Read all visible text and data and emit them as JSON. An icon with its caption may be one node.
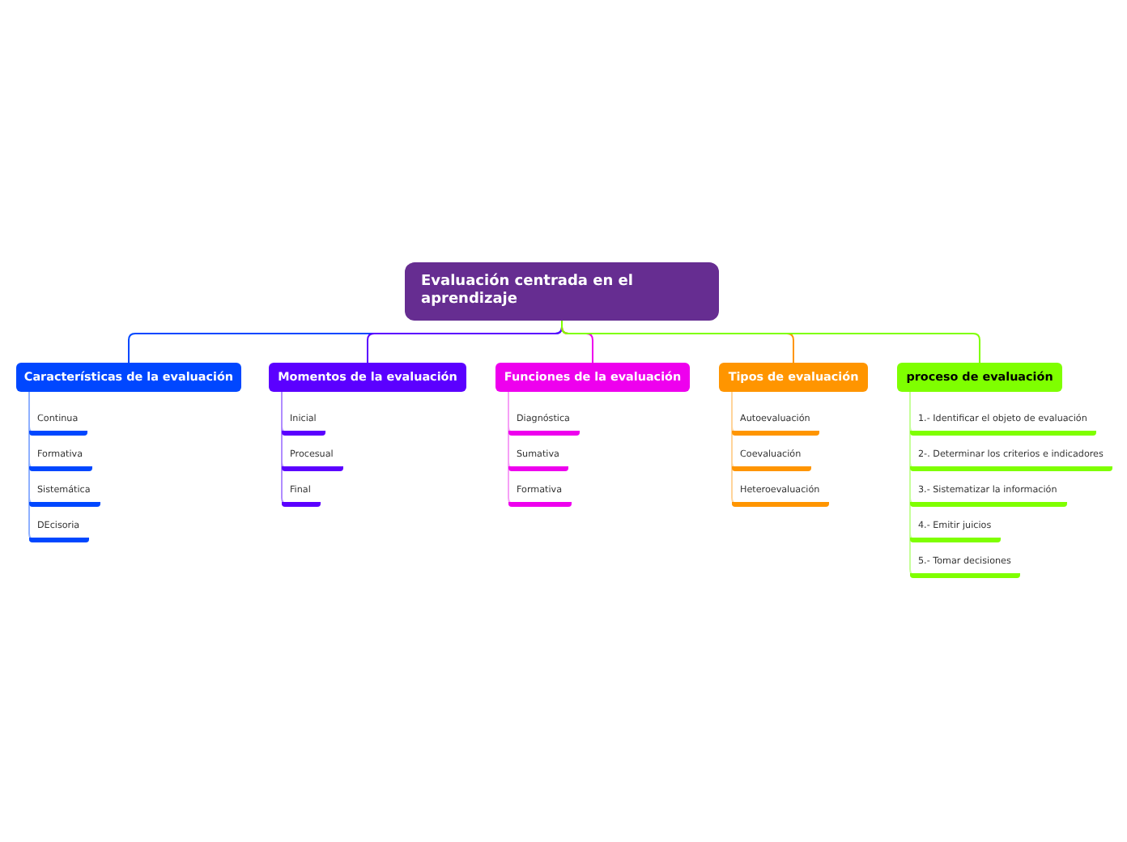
{
  "diagram": {
    "nodes": [
      {
        "text": [
          "Evaluación centrada en el aprendizaje"
        ]
      },
      {
        "text": [
          "Características de la evaluación"
        ]
      },
      {
        "text": [
          "Momentos de la evaluación"
        ]
      },
      {
        "text": [
          "Funciones de la evaluación"
        ]
      },
      {
        "text": [
          "Tipos de evaluación"
        ]
      },
      {
        "text": [
          "proceso de evaluación"
        ]
      },
      {
        "text": [
          "Continua"
        ]
      },
      {
        "text": [
          "Formativa"
        ]
      },
      {
        "text": [
          "Sistemática"
        ]
      },
      {
        "text": [
          "DEcisoria"
        ]
      },
      {
        "text": [
          "Inicial"
        ]
      },
      {
        "text": [
          "Procesual"
        ]
      },
      {
        "text": [
          "Final"
        ]
      },
      {
        "text": [
          "Diagnóstica"
        ]
      },
      {
        "text": [
          "Sumativa"
        ]
      },
      {
        "text": [
          "Formativa"
        ]
      },
      {
        "text": [
          "Autoevaluación"
        ]
      },
      {
        "text": [
          "Coevaluación"
        ]
      },
      {
        "text": [
          "Heteroevaluación"
        ]
      },
      {
        "text": [
          "1.- Identificar el objeto de evaluación"
        ]
      },
      {
        "text": [
          "2-. Determinar los criterios e indicadores"
        ]
      },
      {
        "text": [
          "3.- Sistematizar la información"
        ]
      },
      {
        "text": [
          "4.- Emitir juicios"
        ]
      },
      {
        "text": [
          "5.- Tomar decisiones"
        ]
      }
    ],
    "edges": [
      {
        "from": 0,
        "to": 1,
        "arrow": "none",
        "color": "#0047ff"
      },
      {
        "from": 0,
        "to": 2,
        "arrow": "none",
        "color": "#5b00ff"
      },
      {
        "from": 0,
        "to": 3,
        "arrow": "none",
        "color": "#ee00ee"
      },
      {
        "from": 0,
        "to": 4,
        "arrow": "none",
        "color": "#ff9500"
      },
      {
        "from": 0,
        "to": 5,
        "arrow": "none",
        "color": "#7fff00"
      },
      {
        "from": 1,
        "to": 6,
        "arrow": "none",
        "color": "#8fb0ff"
      },
      {
        "from": 1,
        "to": 7,
        "arrow": "none",
        "color": "#8fb0ff"
      },
      {
        "from": 1,
        "to": 8,
        "arrow": "none",
        "color": "#8fb0ff"
      },
      {
        "from": 1,
        "to": 9,
        "arrow": "none",
        "color": "#8fb0ff"
      },
      {
        "from": 2,
        "to": 10,
        "arrow": "none",
        "color": "#b08cff"
      },
      {
        "from": 2,
        "to": 11,
        "arrow": "none",
        "color": "#b08cff"
      },
      {
        "from": 2,
        "to": 12,
        "arrow": "none",
        "color": "#b08cff"
      },
      {
        "from": 3,
        "to": 13,
        "arrow": "none",
        "color": "#f6a0f6"
      },
      {
        "from": 3,
        "to": 14,
        "arrow": "none",
        "color": "#f6a0f6"
      },
      {
        "from": 3,
        "to": 15,
        "arrow": "none",
        "color": "#f6a0f6"
      },
      {
        "from": 4,
        "to": 16,
        "arrow": "none",
        "color": "#ffd49a"
      },
      {
        "from": 4,
        "to": 17,
        "arrow": "none",
        "color": "#ffd49a"
      },
      {
        "from": 4,
        "to": 18,
        "arrow": "none",
        "color": "#ffd49a"
      },
      {
        "from": 5,
        "to": 19,
        "arrow": "none",
        "color": "#c6ff9a"
      },
      {
        "from": 5,
        "to": 20,
        "arrow": "none",
        "color": "#c6ff9a"
      },
      {
        "from": 5,
        "to": 21,
        "arrow": "none",
        "color": "#c6ff9a"
      },
      {
        "from": 5,
        "to": 22,
        "arrow": "none",
        "color": "#c6ff9a"
      },
      {
        "from": 5,
        "to": 23,
        "arrow": "none",
        "color": "#c6ff9a"
      }
    ]
  }
}
